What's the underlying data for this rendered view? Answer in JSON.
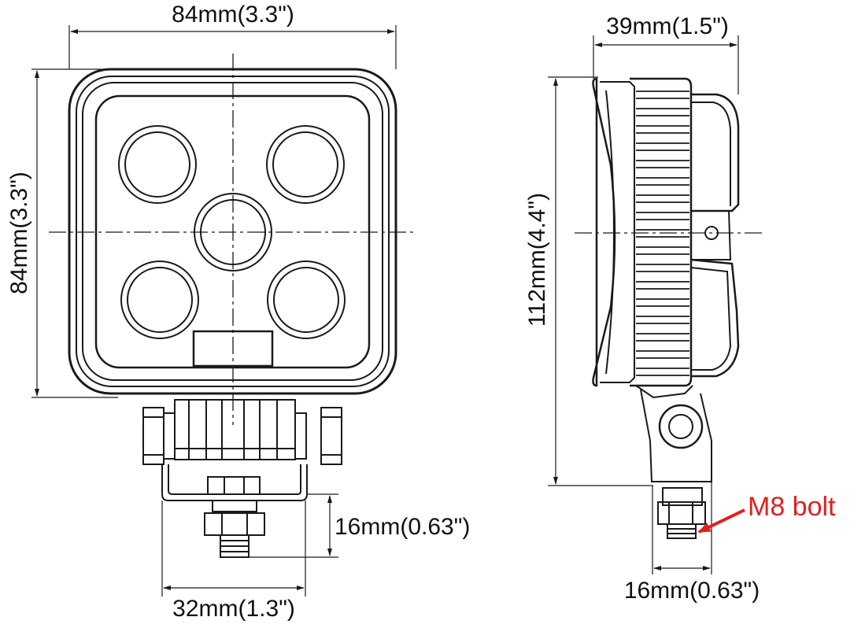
{
  "colors": {
    "line": "#1a1a1a",
    "callout": "#e02020",
    "background": "#ffffff"
  },
  "front_view": {
    "width_label": "84mm(3.3\")",
    "height_label": "84mm(3.3\")",
    "bolt_length_label": "16mm(0.63\")",
    "bracket_width_label": "32mm(1.3\")"
  },
  "side_view": {
    "depth_label": "39mm(1.5\")",
    "total_height_label": "112mm(4.4\")",
    "bolt_length_label": "16mm(0.63\")",
    "callout_label": "M8 bolt"
  }
}
